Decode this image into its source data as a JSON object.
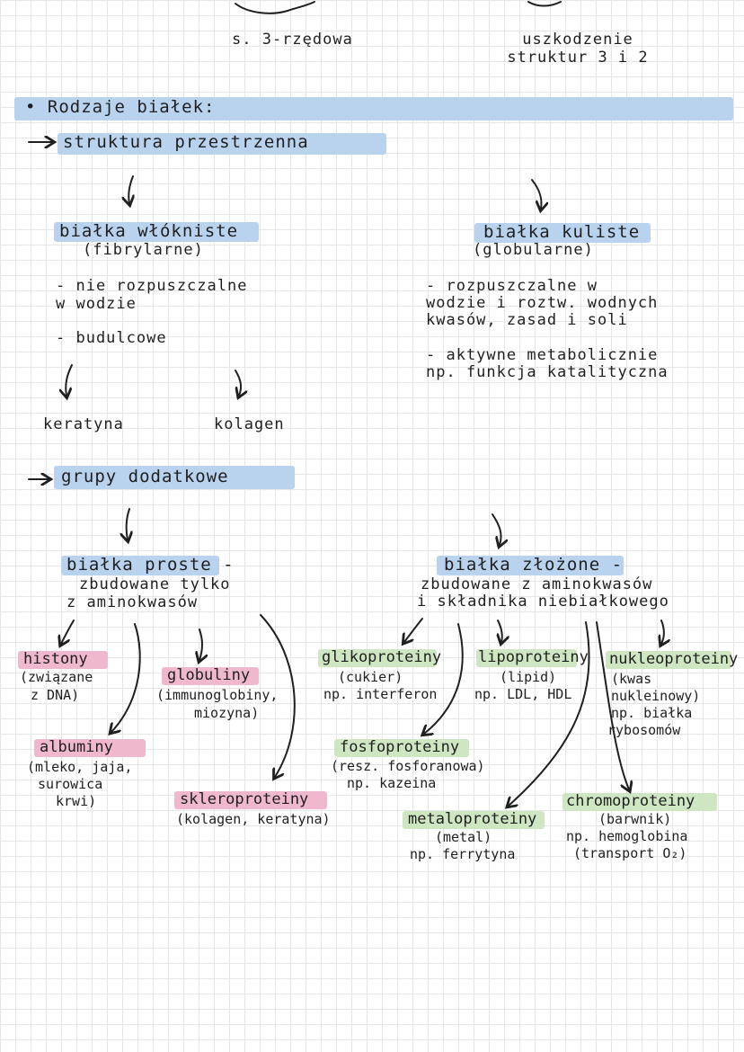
{
  "top": {
    "left_caption": "s. 3-rzędowa",
    "right_caption_line1": "uszkodzenie",
    "right_caption_line2": "struktur 3 i 2"
  },
  "section_title": "• Rodzaje białek:",
  "structure_heading": "struktura przestrzenna",
  "fibrous": {
    "title": "białka włókniste",
    "subtitle": "(fibrylarne)",
    "prop1_line1": "- nie rozpuszczalne",
    "prop1_line2": "w wodzie",
    "prop2": "- budulcowe",
    "example1": "keratyna",
    "example2": "kolagen"
  },
  "globular": {
    "title": "białka kuliste",
    "subtitle": "(globularne)",
    "prop1_line1": "- rozpuszczalne w",
    "prop1_line2": "wodzie i roztw. wodnych",
    "prop1_line3": "kwasów, zasad i soli",
    "prop2_line1": "- aktywne metabolicznie",
    "prop2_line2": "np. funkcja katalityczna"
  },
  "groups_heading": "grupy dodatkowe",
  "simple": {
    "title": "białka proste -",
    "desc_line1": "zbudowane tylko",
    "desc_line2": "z aminokwasów",
    "items": [
      {
        "name": "histony",
        "desc_line1": "(związane",
        "desc_line2": "z DNA)",
        "desc_line3": ""
      },
      {
        "name": "globuliny",
        "desc_line1": "(immunoglobiny,",
        "desc_line2": "miozyna)",
        "desc_line3": ""
      },
      {
        "name": "albuminy",
        "desc_line1": "(mleko, jaja,",
        "desc_line2": "surowica",
        "desc_line3": "krwi)"
      },
      {
        "name": "skleroproteiny",
        "desc_line1": "(kolagen, keratyna)",
        "desc_line2": "",
        "desc_line3": ""
      }
    ]
  },
  "complex": {
    "title": "białka złożone -",
    "desc_line1": "zbudowane z aminokwasów",
    "desc_line2": "i składnika niebiałkowego",
    "items": [
      {
        "name": "glikoproteiny",
        "desc_line1": "(cukier)",
        "desc_line2": "np. interferon",
        "desc_line3": "",
        "desc_line4": ""
      },
      {
        "name": "lipoproteiny",
        "desc_line1": "(lipid)",
        "desc_line2": "np. LDL, HDL",
        "desc_line3": "",
        "desc_line4": ""
      },
      {
        "name": "nukleoproteiny",
        "desc_line1": "(kwas",
        "desc_line2": "nukleinowy)",
        "desc_line3": "np. białka",
        "desc_line4": "rybosomów"
      },
      {
        "name": "fosfoproteiny",
        "desc_line1": "(resz. fosforanowa)",
        "desc_line2": "np. kazeina",
        "desc_line3": "",
        "desc_line4": ""
      },
      {
        "name": "metaloproteiny",
        "desc_line1": "(metal)",
        "desc_line2": "np. ferrytyna",
        "desc_line3": "",
        "desc_line4": ""
      },
      {
        "name": "chromoproteiny",
        "desc_line1": "(barwnik)",
        "desc_line2": "np. hemoglobina",
        "desc_line3": "(transport O₂)",
        "desc_line4": ""
      }
    ]
  },
  "colors": {
    "highlight_blue": "#b9d3ef",
    "highlight_pink": "#efb8cf",
    "highlight_green": "#cfe6c2",
    "ink": "#1f1f1f"
  }
}
